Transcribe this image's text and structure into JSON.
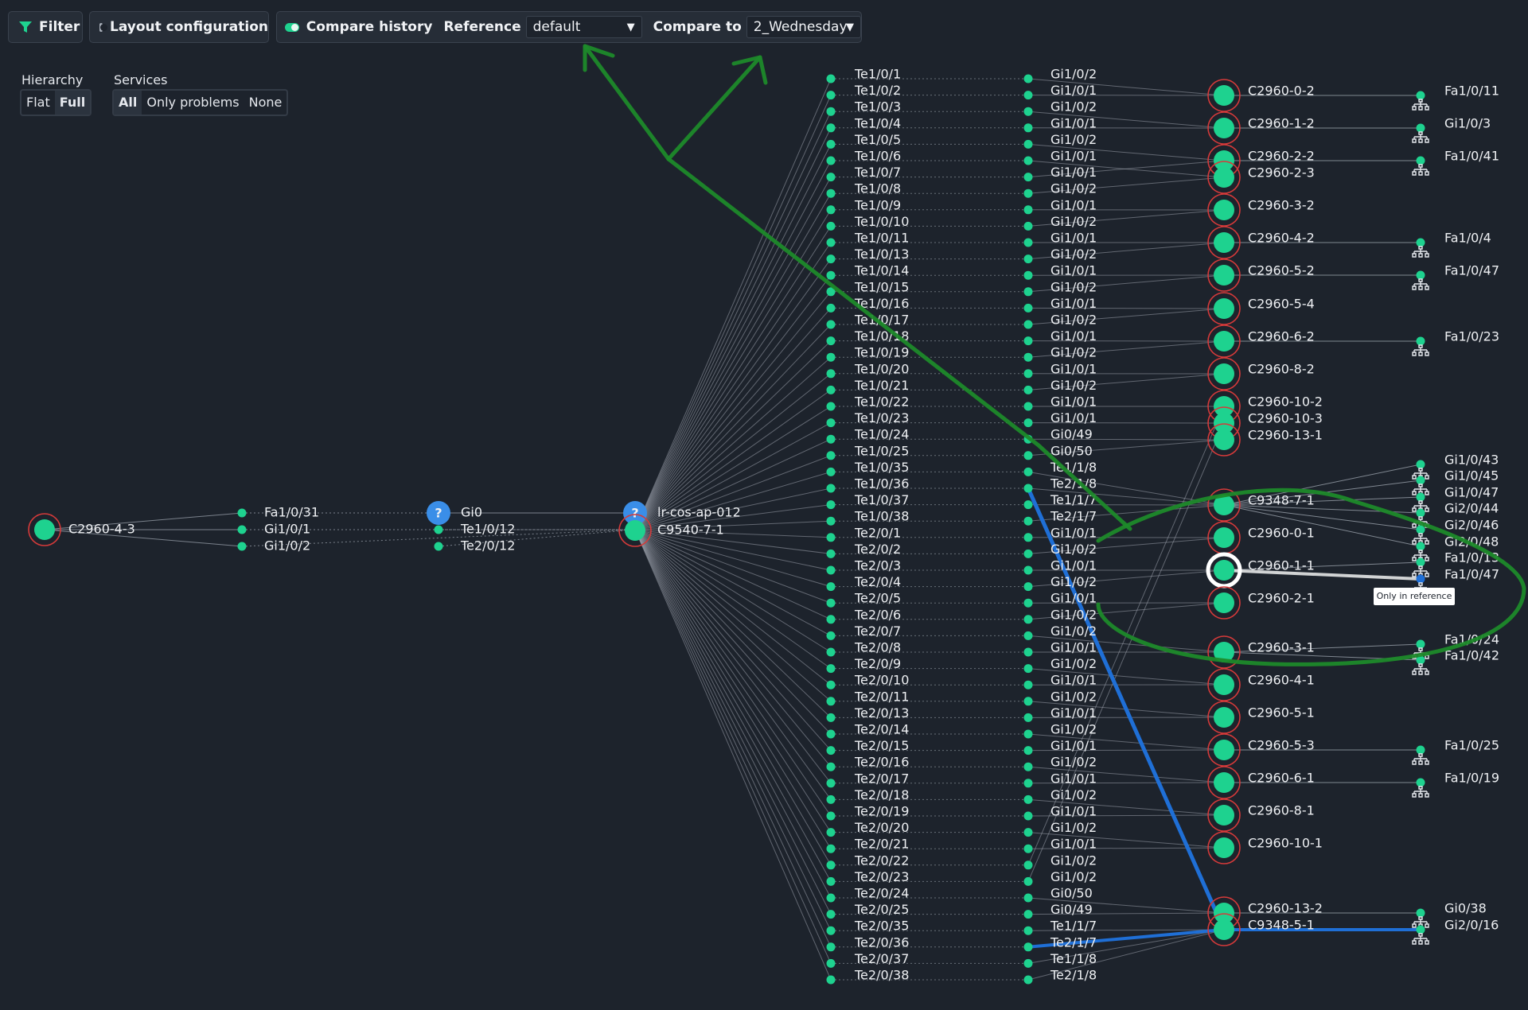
{
  "toolbar": {
    "filter_label": "Filter",
    "layout_label": "Layout configuration",
    "compare_label": "Compare history",
    "reference_label": "Reference",
    "reference_value": "default",
    "compare_to_label": "Compare to",
    "compare_to_value": "2_Wednesday"
  },
  "hierarchy": {
    "title": "Hierarchy",
    "options": [
      "Flat",
      "Full"
    ],
    "selected": "Full"
  },
  "services": {
    "title": "Services",
    "options": [
      "All",
      "Only problems",
      "None"
    ],
    "selected": "All"
  },
  "colors": {
    "node_ok": "#1ed28f",
    "node_problem_ring": "#d53a3a",
    "unknown": "#3a8ee8",
    "link": "#9aa1ab",
    "highlight_link": "#1f6fd6",
    "annotation": "#1e8a2a",
    "background": "#1d232c"
  },
  "topology": {
    "root": {
      "name": "C2960-4-3"
    },
    "root_ports": [
      "Fa1/0/31",
      "Gi1/0/1",
      "Gi1/0/2"
    ],
    "unknown_node_1": {
      "name": "Gi0"
    },
    "unknown_ports_1": [
      "Te1/0/12",
      "Te2/0/12"
    ],
    "unknown_node_2": {
      "name": "lr-cos-ap-012"
    },
    "core": {
      "name": "C9540-7-1"
    },
    "core_ports": [
      "Te1/0/1",
      "Te1/0/2",
      "Te1/0/3",
      "Te1/0/4",
      "Te1/0/5",
      "Te1/0/6",
      "Te1/0/7",
      "Te1/0/8",
      "Te1/0/9",
      "Te1/0/10",
      "Te1/0/11",
      "Te1/0/13",
      "Te1/0/14",
      "Te1/0/15",
      "Te1/0/16",
      "Te1/0/17",
      "Te1/0/18",
      "Te1/0/19",
      "Te1/0/20",
      "Te1/0/21",
      "Te1/0/22",
      "Te1/0/23",
      "Te1/0/24",
      "Te1/0/25",
      "Te1/0/35",
      "Te1/0/36",
      "Te1/0/37",
      "Te1/0/38",
      "Te2/0/1",
      "Te2/0/2",
      "Te2/0/3",
      "Te2/0/4",
      "Te2/0/5",
      "Te2/0/6",
      "Te2/0/7",
      "Te2/0/8",
      "Te2/0/9",
      "Te2/0/10",
      "Te2/0/11",
      "Te2/0/13",
      "Te2/0/14",
      "Te2/0/15",
      "Te2/0/16",
      "Te2/0/17",
      "Te2/0/18",
      "Te2/0/19",
      "Te2/0/20",
      "Te2/0/21",
      "Te2/0/22",
      "Te2/0/23",
      "Te2/0/24",
      "Te2/0/25",
      "Te2/0/35",
      "Te2/0/36",
      "Te2/0/37",
      "Te2/0/38"
    ],
    "access_uplinks": [
      "Gi1/0/2",
      "Gi1/0/1",
      "Gi1/0/2",
      "Gi1/0/1",
      "Gi1/0/2",
      "Gi1/0/1",
      "Gi1/0/1",
      "Gi1/0/2",
      "Gi1/0/1",
      "Gi1/0/2",
      "Gi1/0/1",
      "Gi1/0/2",
      "Gi1/0/1",
      "Gi1/0/2",
      "Gi1/0/1",
      "Gi1/0/2",
      "Gi1/0/1",
      "Gi1/0/2",
      "Gi1/0/1",
      "Gi1/0/2",
      "Gi1/0/1",
      "Gi1/0/1",
      "Gi0/49",
      "Gi0/50",
      "Te1/1/8",
      "Te2/1/8",
      "Te1/1/7",
      "Te2/1/7",
      "Gi1/0/1",
      "Gi1/0/2",
      "Gi1/0/1",
      "Gi1/0/2",
      "Gi1/0/1",
      "Gi1/0/2",
      "Gi1/0/2",
      "Gi1/0/1",
      "Gi1/0/2",
      "Gi1/0/1",
      "Gi1/0/2",
      "Gi1/0/1",
      "Gi1/0/2",
      "Gi1/0/1",
      "Gi1/0/2",
      "Gi1/0/1",
      "Gi1/0/2",
      "Gi1/0/1",
      "Gi1/0/2",
      "Gi1/0/1",
      "Gi1/0/2",
      "Gi1/0/2",
      "Gi0/50",
      "Gi0/49",
      "Te1/1/7",
      "Te2/1/7",
      "Te1/1/8",
      "Te2/1/8"
    ],
    "switches": [
      {
        "name": "C2960-0-2",
        "ok": true
      },
      {
        "name": "C2960-1-2",
        "ok": true
      },
      {
        "name": "C2960-2-2",
        "ok": true
      },
      {
        "name": "C2960-2-3",
        "ok": true
      },
      {
        "name": "C2960-3-2",
        "ok": true
      },
      {
        "name": "C2960-4-2",
        "ok": true
      },
      {
        "name": "C2960-5-2",
        "ok": true
      },
      {
        "name": "C2960-5-4",
        "ok": true
      },
      {
        "name": "C2960-6-2",
        "ok": true
      },
      {
        "name": "C2960-8-2",
        "ok": true
      },
      {
        "name": "C2960-10-2",
        "ok": true
      },
      {
        "name": "C2960-10-3",
        "ok": true
      },
      {
        "name": "C2960-13-1",
        "ok": true
      },
      {
        "name": "C9348-7-1",
        "ok": true
      },
      {
        "name": "C2960-0-1",
        "ok": true
      },
      {
        "name": "C2960-1-1",
        "ok": true,
        "selected": true
      },
      {
        "name": "C2960-2-1",
        "ok": true
      },
      {
        "name": "C2960-3-1",
        "ok": true
      },
      {
        "name": "C2960-4-1",
        "ok": true
      },
      {
        "name": "C2960-5-1",
        "ok": true
      },
      {
        "name": "C2960-5-3",
        "ok": true
      },
      {
        "name": "C2960-6-1",
        "ok": true
      },
      {
        "name": "C2960-8-1",
        "ok": true
      },
      {
        "name": "C2960-10-1",
        "ok": true
      },
      {
        "name": "C2960-13-2",
        "ok": true
      },
      {
        "name": "C9348-5-1",
        "ok": true
      }
    ],
    "edge_ports": [
      {
        "name": "Fa1/0/11"
      },
      {
        "name": "Gi1/0/3"
      },
      {
        "name": "Fa1/0/41"
      },
      {
        "name": "Fa1/0/4"
      },
      {
        "name": "Fa1/0/47"
      },
      {
        "name": "Fa1/0/23"
      },
      {
        "name": "Gi1/0/43"
      },
      {
        "name": "Gi1/0/45"
      },
      {
        "name": "Gi1/0/47"
      },
      {
        "name": "Gi2/0/44"
      },
      {
        "name": "Gi2/0/46"
      },
      {
        "name": "Gi2/0/48"
      },
      {
        "name": "Fa1/0/13"
      },
      {
        "name": "Fa1/0/47",
        "status": "only_reference"
      },
      {
        "name": "Fa1/0/24"
      },
      {
        "name": "Fa1/0/42"
      },
      {
        "name": "Fa1/0/25"
      },
      {
        "name": "Fa1/0/19"
      },
      {
        "name": "Gi0/38"
      },
      {
        "name": "Gi2/0/16"
      }
    ],
    "tooltip": "Only in reference"
  }
}
